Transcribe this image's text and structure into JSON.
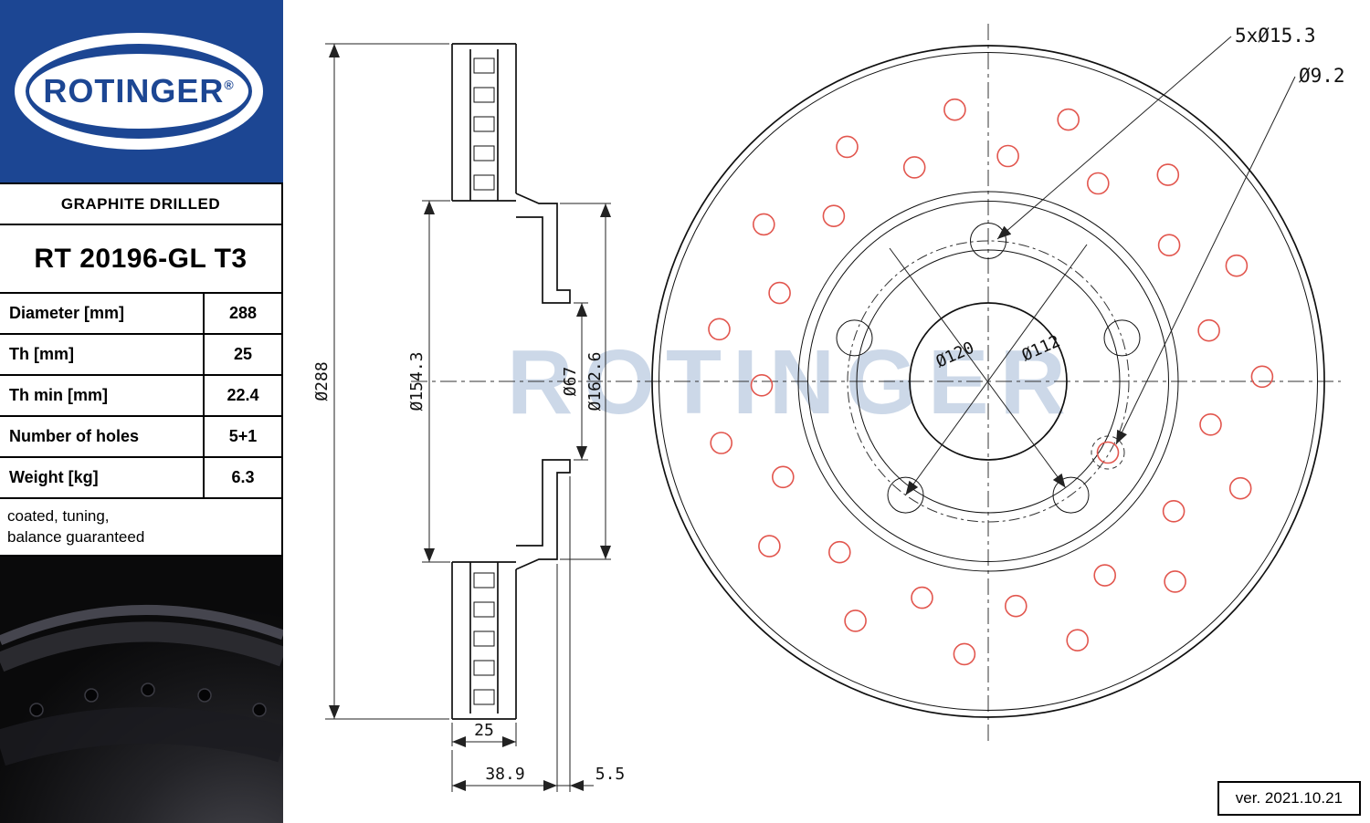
{
  "brand": {
    "logo_text": "ROTINGER",
    "registered": "®"
  },
  "header": {
    "subtitle": "GRAPHITE DRILLED",
    "part_number": "RT 20196-GL T3"
  },
  "specs": {
    "rows": [
      {
        "label": "Diameter [mm]",
        "value": "288"
      },
      {
        "label": "Th [mm]",
        "value": "25"
      },
      {
        "label": "Th min [mm]",
        "value": "22.4"
      },
      {
        "label": "Number of holes",
        "value": "5+1"
      },
      {
        "label": "Weight [kg]",
        "value": "6.3"
      }
    ],
    "note_line1": "coated, tuning,",
    "note_line2": "balance guaranteed"
  },
  "drawing": {
    "watermark": "ROTINGER",
    "cross_section": {
      "dim_diameter": "Ø288",
      "dim_inner": "Ø154.3",
      "dim_bore": "Ø67",
      "dim_hat": "Ø162.6",
      "dim_thickness": "25",
      "dim_total_width": "38.9",
      "dim_flange": "5.5"
    },
    "front_view": {
      "label_bolt_holes": "5xØ15.3",
      "label_drill": "Ø9.2",
      "label_pcd": "Ø120",
      "label_hub": "Ø112"
    }
  },
  "footer": {
    "version": "ver. 2021.10.21"
  },
  "colors": {
    "brand_blue": "#1c4693",
    "watermark_blue": "#ccd8e8",
    "drill_red": "#e2564e"
  }
}
